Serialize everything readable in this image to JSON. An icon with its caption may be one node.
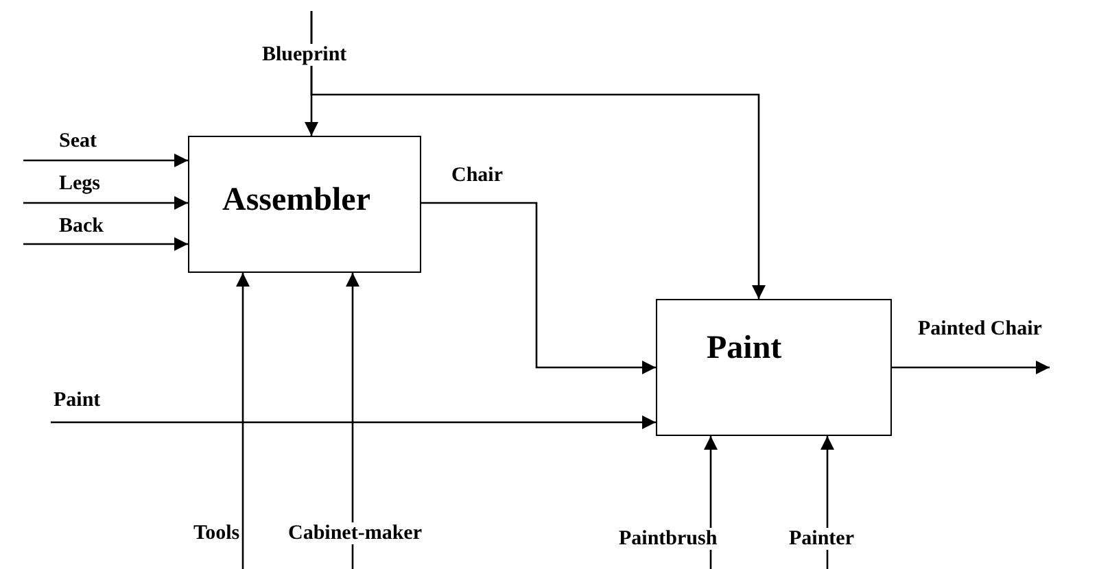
{
  "diagram": {
    "nodes": [
      {
        "text": [
          "Assembler"
        ]
      },
      {
        "text": [
          "Paint"
        ]
      }
    ],
    "edges": [
      {
        "from": null,
        "to": 0,
        "arrow": "to",
        "label": "Blueprint"
      },
      {
        "from": null,
        "to": 1,
        "arrow": "to"
      },
      {
        "from": null,
        "to": 0,
        "arrow": "to",
        "label": "Seat"
      },
      {
        "from": null,
        "to": 0,
        "arrow": "to",
        "label": "Legs"
      },
      {
        "from": null,
        "to": 0,
        "arrow": "to",
        "label": "Back"
      },
      {
        "from": 0,
        "to": 1,
        "arrow": "to",
        "label": "Chair"
      },
      {
        "from": null,
        "to": 1,
        "arrow": "to",
        "label": "Paint"
      },
      {
        "from": 1,
        "to": null,
        "arrow": "to",
        "label": "Painted Chair"
      },
      {
        "from": null,
        "to": 0,
        "arrow": "to",
        "label": "Tools"
      },
      {
        "from": null,
        "to": 0,
        "arrow": "to",
        "label": "Cabinet-maker"
      },
      {
        "from": null,
        "to": 1,
        "arrow": "to",
        "label": "Paintbrush"
      },
      {
        "from": null,
        "to": 1,
        "arrow": "to",
        "label": "Painter"
      }
    ]
  }
}
